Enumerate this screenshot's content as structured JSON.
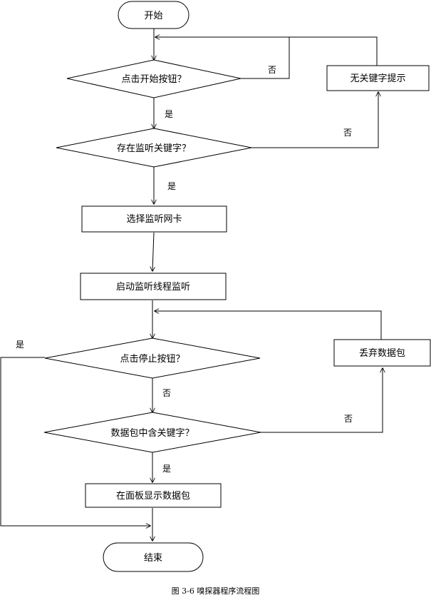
{
  "nodes": {
    "start": "开始",
    "click_start": "点击开始按钮？",
    "has_keyword": "存在监听关键字？",
    "no_keyword_hint": "无关键字提示",
    "select_nic": "选择监听网卡",
    "start_thread": "启动监听线程监听",
    "click_stop": "点击停止按钮？",
    "discard_packet": "丢弃数据包",
    "packet_has_keyword": "数据包中含关键字？",
    "show_packet": "在面板显示数据包",
    "end": "结束"
  },
  "edges": {
    "click_start_no": "否",
    "click_start_yes": "是",
    "has_keyword_no": "否",
    "has_keyword_yes": "是",
    "click_stop_yes": "是",
    "click_stop_no": "否",
    "packet_has_keyword_no": "否",
    "packet_has_keyword_yes": "是"
  },
  "caption": "图 3-6 嗅探器程序流程图"
}
